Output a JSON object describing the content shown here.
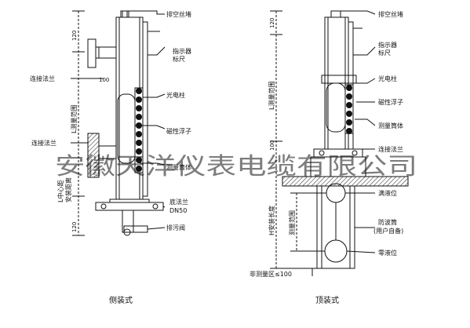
{
  "left": {
    "caption": "侧装式",
    "labels": {
      "vent": "排空丝堵",
      "indicator1": "指示器",
      "indicator2": "标尺",
      "photo_column": "光电柱",
      "float": "磁性浮子",
      "tube": "测量筒体",
      "base_flange1": "底法兰",
      "base_flange2": "DN50",
      "drain": "排污阀",
      "conn_flange_top": "连接法兰",
      "conn_flange_mid": "连接法兰"
    },
    "dims": {
      "top": "120",
      "small": "100",
      "range": "L测量范围",
      "center1": "L中心距",
      "center2": "安装距离",
      "bottom": "120"
    }
  },
  "right": {
    "caption": "顶装式",
    "labels": {
      "vent": "排空丝堵",
      "indicator1": "指示器",
      "indicator2": "标尺",
      "photo_column": "光电柱",
      "float": "磁性浮子",
      "tube": "测量筒体",
      "conn_flange": "连接法兰",
      "high_level": "满液位",
      "guard1": "防波筒",
      "guard2": "(用户自备)",
      "zero_level": "零液位",
      "blind_zone": "非测量区≤100"
    },
    "dims": {
      "top": "120",
      "range": "L测量范围",
      "small": "100",
      "insert_len": "H安装长度",
      "range2": "测量范围"
    }
  },
  "watermark": "安徽天洋仪表电缆有限公司"
}
